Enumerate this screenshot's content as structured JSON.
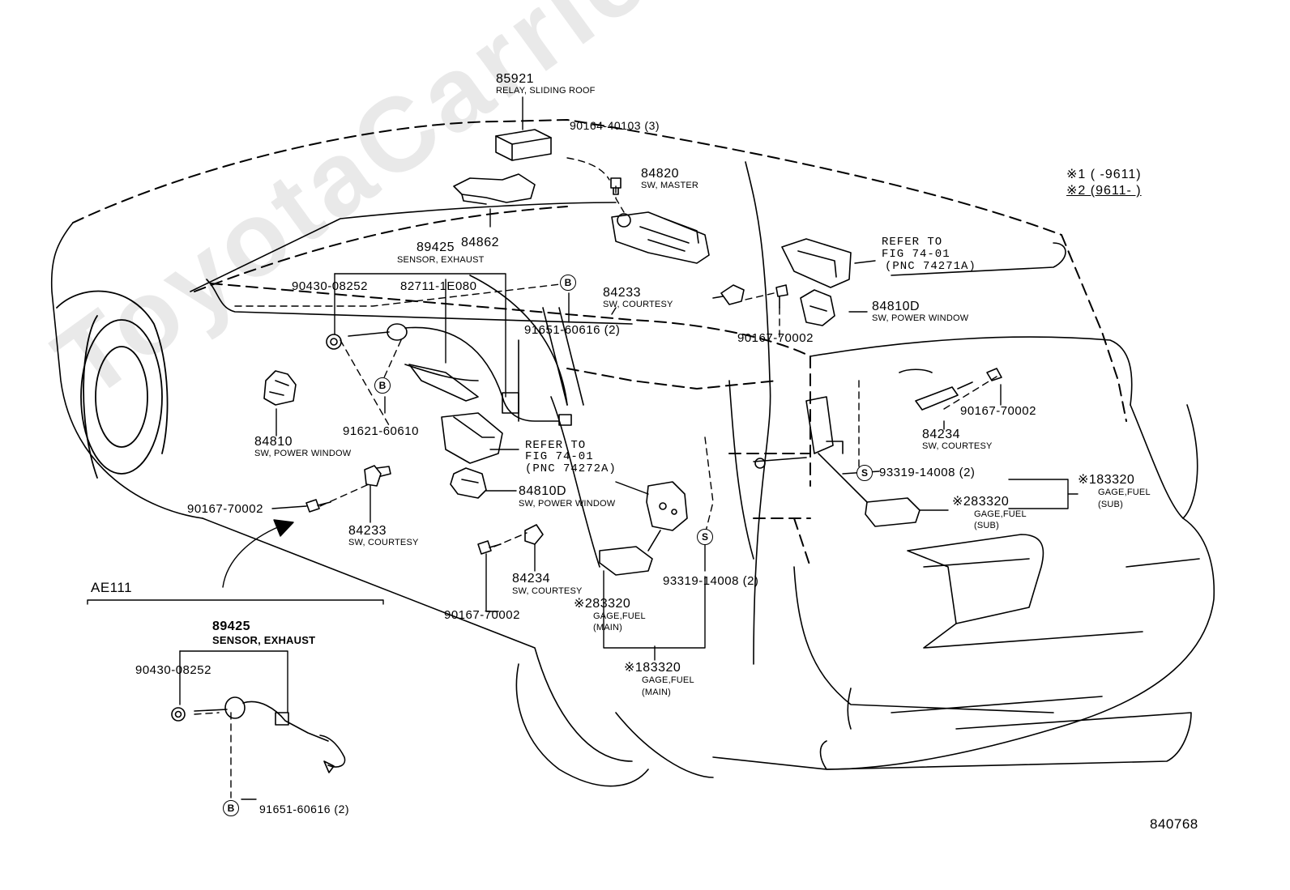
{
  "watermark": "ToyotaCarrier.ru",
  "diagram_code": "840768",
  "legend": {
    "note1": "※1 (      -9611)",
    "note2": "※2 (9611-      )"
  },
  "variant_label": "AE111",
  "parts": {
    "p85921": {
      "number": "85921",
      "desc": "RELAY, SLIDING ROOF"
    },
    "p90164": {
      "number": "90164-40103 (3)"
    },
    "p84820": {
      "number": "84820",
      "desc": "SW, MASTER"
    },
    "p84862": {
      "number": "84862"
    },
    "p89425": {
      "number": "89425",
      "desc": "SENSOR, EXHAUST"
    },
    "p90430": {
      "number": "90430-08252"
    },
    "p82711": {
      "number": "82711-1E080"
    },
    "p84233_top": {
      "number": "84233",
      "desc": "SW, COURTESY"
    },
    "p91651": {
      "number": "91651-60616 (2)"
    },
    "p91621": {
      "number": "91621-60610"
    },
    "p84810": {
      "number": "84810",
      "desc": "SW, POWER WINDOW"
    },
    "ref_left": {
      "line1": "REFER TO",
      "line2": "FIG 74-01",
      "line3": "(PNC 74272A)"
    },
    "p84810D_left": {
      "number": "84810D",
      "desc": "SW, POWER WINDOW"
    },
    "p90167_left": {
      "number": "90167-70002"
    },
    "p84233_left": {
      "number": "84233",
      "desc": "SW, COURTESY"
    },
    "p84234_left": {
      "number": "84234",
      "desc": "SW, COURTESY"
    },
    "p90167_bottom": {
      "number": "90167-70002"
    },
    "p93319_mid": {
      "number": "93319-14008 (2)"
    },
    "p83320_main2": {
      "number": "※283320",
      "desc1": "GAGE,FUEL",
      "desc2": "(MAIN)"
    },
    "p83320_main1": {
      "number": "※183320",
      "desc1": "GAGE,FUEL",
      "desc2": "(MAIN)"
    },
    "ref_right": {
      "line1": "REFER TO",
      "line2": "FIG 74-01",
      "line3": "(PNC 74271A)"
    },
    "p84810D_right": {
      "number": "84810D",
      "desc": "SW, POWER WINDOW"
    },
    "p90167_mid": {
      "number": "90167-70002"
    },
    "p90167_right": {
      "number": "90167-70002"
    },
    "p84234_right": {
      "number": "84234",
      "desc": "SW, COURTESY"
    },
    "p93319_right": {
      "number": "93319-14008 (2)"
    },
    "p83320_sub2": {
      "number": "※283320",
      "desc1": "GAGE,FUEL",
      "desc2": "(SUB)"
    },
    "p83320_sub1": {
      "number": "※183320",
      "desc1": "GAGE,FUEL",
      "desc2": "(SUB)"
    },
    "ae_89425": {
      "number": "89425",
      "desc": "SENSOR, EXHAUST"
    },
    "ae_90430": {
      "number": "90430-08252"
    },
    "ae_91651": {
      "number": "91651-60616 (2)"
    }
  },
  "symbols": {
    "b": "B",
    "s": "S"
  }
}
